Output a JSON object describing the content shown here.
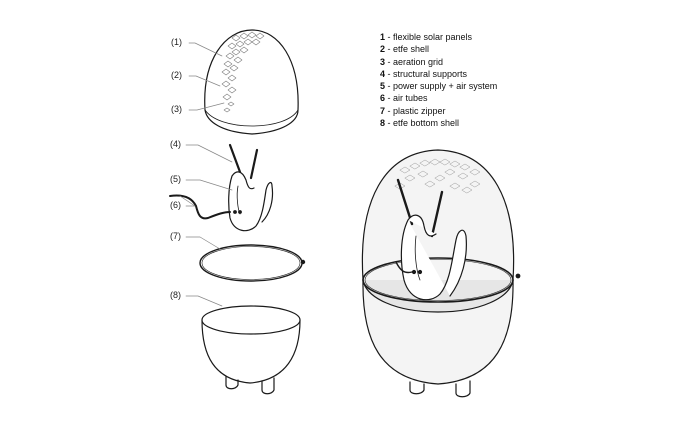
{
  "callouts": {
    "c1": "(1)",
    "c2": "(2)",
    "c3": "(3)",
    "c4": "(4)",
    "c5": "(5)",
    "c6": "(6)",
    "c7": "(7)",
    "c8": "(8)"
  },
  "legend": [
    {
      "num": "1",
      "text": " - flexible solar panels"
    },
    {
      "num": "2",
      "text": " - etfe shell"
    },
    {
      "num": "3",
      "text": " - aeration grid"
    },
    {
      "num": "4",
      "text": " - structural supports"
    },
    {
      "num": "5",
      "text": " - power supply + air system"
    },
    {
      "num": "6",
      "text": " - air tubes"
    },
    {
      "num": "7",
      "text": " - plastic zipper"
    },
    {
      "num": "8",
      "text": " - etfe bottom shell"
    }
  ],
  "colors": {
    "line": "#1a1a1a",
    "leader": "#888888",
    "glass": "#f4f4f4",
    "rim": "#e6e6e6"
  }
}
